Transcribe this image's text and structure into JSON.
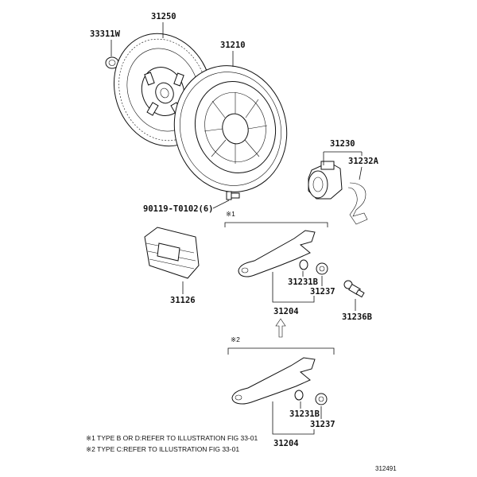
{
  "parts": {
    "p33311w": "33311W",
    "p31250": "31250",
    "p31210": "31210",
    "p31230": "31230",
    "p31232a": "31232A",
    "p90119": "90119-T0102(6)",
    "p31126": "31126",
    "p31231b_1": "31231B",
    "p31237_1": "31237",
    "p31204_1": "31204",
    "p31236b": "31236B",
    "p31231b_2": "31231B",
    "p31237_2": "31237",
    "p31204_2": "31204"
  },
  "markers": {
    "group1": "※1",
    "group2": "※2"
  },
  "notes": {
    "note1": "※1  TYPE B OR D:REFER TO ILLUSTRATION FIG 33-01",
    "note2": "※2  TYPE C:REFER TO ILLUSTRATION FIG 33-01"
  },
  "figure_number": "312491"
}
